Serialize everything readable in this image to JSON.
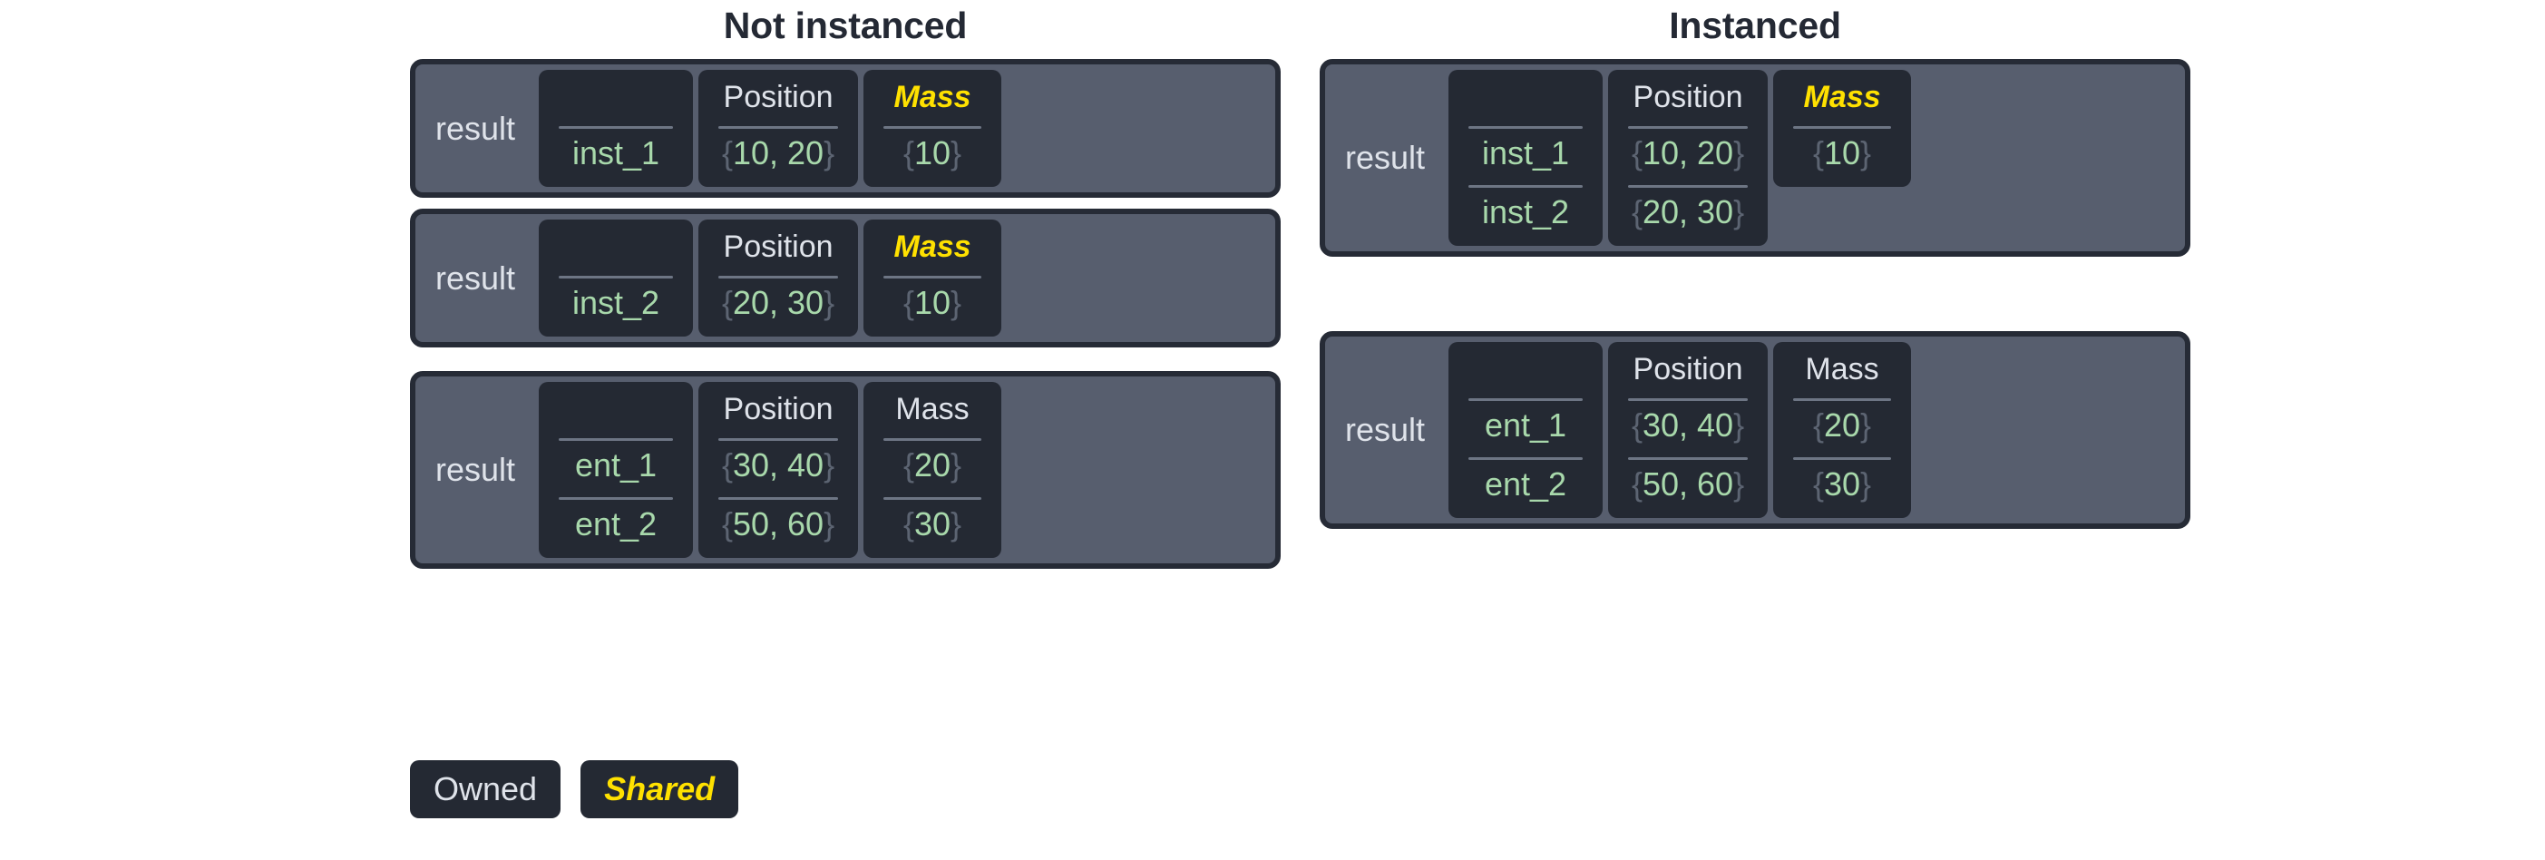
{
  "background": "#ffffff",
  "colors": {
    "panel_fill": "#575e6e",
    "panel_border": "#262b36",
    "cell_fill": "#242933",
    "value_green": "#a8d8ab",
    "brace_gray": "#5c6472",
    "owned_text": "#dfe3ea",
    "shared_text": "#ffe100",
    "rule": "#6d7584",
    "title_text": "#242934"
  },
  "columns": {
    "left": {
      "title": "Not instanced",
      "panels": [
        {
          "label": "result",
          "tables": [
            {
              "header": "",
              "header_kind": "blank",
              "rows": [
                "inst_1"
              ]
            },
            {
              "header": "Position",
              "header_kind": "owned",
              "rows": [
                "{10, 20}"
              ]
            },
            {
              "header": "Mass",
              "header_kind": "shared",
              "rows": [
                "{10}"
              ]
            }
          ]
        },
        {
          "label": "result",
          "tables": [
            {
              "header": "",
              "header_kind": "blank",
              "rows": [
                "inst_2"
              ]
            },
            {
              "header": "Position",
              "header_kind": "owned",
              "rows": [
                "{20, 30}"
              ]
            },
            {
              "header": "Mass",
              "header_kind": "shared",
              "rows": [
                "{10}"
              ]
            }
          ]
        },
        {
          "label": "result",
          "tables": [
            {
              "header": "",
              "header_kind": "blank",
              "rows": [
                "ent_1",
                "ent_2"
              ]
            },
            {
              "header": "Position",
              "header_kind": "owned",
              "rows": [
                "{30, 40}",
                "{50, 60}"
              ]
            },
            {
              "header": "Mass",
              "header_kind": "owned",
              "rows": [
                "{20}",
                "{30}"
              ]
            }
          ]
        }
      ]
    },
    "right": {
      "title": "Instanced",
      "panels": [
        {
          "label": "result",
          "tables": [
            {
              "header": "",
              "header_kind": "blank",
              "rows": [
                "inst_1",
                "inst_2"
              ]
            },
            {
              "header": "Position",
              "header_kind": "owned",
              "rows": [
                "{10, 20}",
                "{20, 30}"
              ]
            },
            {
              "header": "Mass",
              "header_kind": "shared",
              "rows": [
                "{10}"
              ]
            }
          ]
        },
        {
          "label": "result",
          "tables": [
            {
              "header": "",
              "header_kind": "blank",
              "rows": [
                "ent_1",
                "ent_2"
              ]
            },
            {
              "header": "Position",
              "header_kind": "owned",
              "rows": [
                "{30, 40}",
                "{50, 60}"
              ]
            },
            {
              "header": "Mass",
              "header_kind": "owned",
              "rows": [
                "{20}",
                "{30}"
              ]
            }
          ]
        }
      ]
    }
  },
  "legend": [
    {
      "label": "Owned",
      "kind": "owned"
    },
    {
      "label": "Shared",
      "kind": "shared"
    }
  ]
}
